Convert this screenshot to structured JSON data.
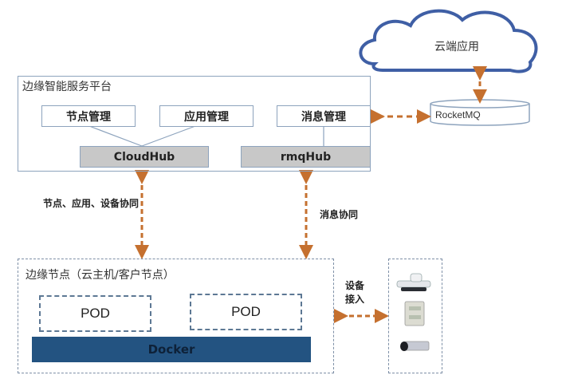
{
  "cloud": {
    "label": "云端应用",
    "icon": "cloud-icon"
  },
  "mq": {
    "label": "RocketMQ",
    "icon": "database-cylinder-icon"
  },
  "platform": {
    "title": "边缘智能服务平台",
    "managers": [
      {
        "label": "节点管理"
      },
      {
        "label": "应用管理"
      },
      {
        "label": "消息管理"
      }
    ],
    "hubs": [
      {
        "label": "CloudHub"
      },
      {
        "label": "rmqHub"
      }
    ]
  },
  "links": {
    "cloudhub_label": "节点、应用、设备协同",
    "rmqhub_label": "消息协同",
    "device_label_line1": "设备",
    "device_label_line2": "接入"
  },
  "edge_node": {
    "title": "边缘节点（云主机/客户节点）",
    "pods": [
      {
        "label": "POD"
      },
      {
        "label": "POD"
      }
    ],
    "runtime": {
      "label": "Docker"
    }
  },
  "devices": [
    {
      "icon": "robot-device-icon"
    },
    {
      "icon": "meter-device-icon"
    },
    {
      "icon": "camera-device-icon"
    }
  ],
  "colors": {
    "arrow": "#c5702f",
    "box_border": "#8da3bd",
    "hub_fill": "#c8c8c8",
    "docker_fill": "#235381",
    "cloud_stroke": "#3f5fa5"
  }
}
